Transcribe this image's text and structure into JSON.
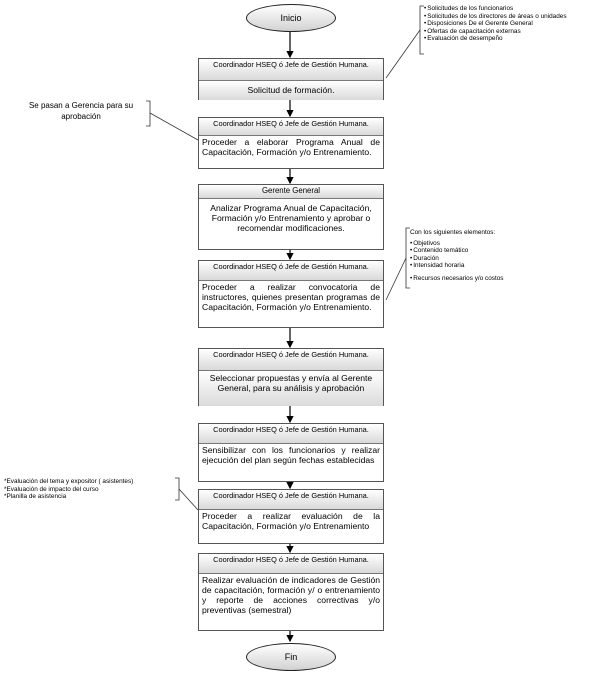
{
  "start_label": "Inicio",
  "end_label": "Fin",
  "steps": [
    {
      "role": "Coordinador HSEQ ó Jefe de Gestión Humana.",
      "task": "Solicitud de formación."
    },
    {
      "role": "Coordinador HSEQ ó Jefe de Gestión Humana.",
      "task": "Proceder a elaborar Programa Anual de Capacitación, Formación y/o Entrenamiento."
    },
    {
      "role": "Gerente General",
      "task": "Analizar Programa Anual de Capacitación, Formación y/o Entrenamiento y aprobar o recomendar modificaciones."
    },
    {
      "role": "Coordinador HSEQ ó Jefe de Gestión Humana.",
      "task": "Proceder a realizar convocatoria de instructores, quienes presentan programas de Capacitación, Formación y/o Entrenamiento."
    },
    {
      "role": "Coordinador HSEQ ó Jefe de Gestión Humana.",
      "task": "Seleccionar propuestas y envía al Gerente General, para su análisis y aprobación"
    },
    {
      "role": "Coordinador HSEQ ó Jefe de Gestión Humana.",
      "task": "Sensibilizar con los funcionarios y realizar ejecución del plan según fechas establecidas"
    },
    {
      "role": "Coordinador HSEQ ó Jefe de Gestión Humana.",
      "task": "Proceder a realizar evaluación de la Capacitación, Formación y/o Entrenamiento"
    },
    {
      "role": "Coordinador HSEQ ó Jefe de Gestión Humana.",
      "task": "Realizar evaluación de indicadores de Gestión de capacitación, formación y/ o entrenamiento y reporte de acciones correctivas y/o preventivas (semestral)"
    }
  ],
  "notes": {
    "sources": [
      "Solicitudes de los funcionarios",
      "Solicitudes de los directores de áreas o unidades",
      "Disposiciones De el Gerente General",
      "Ofertas de capacitación externas",
      "Evaluación de desempeño"
    ],
    "approval": "Se pasan a Gerencia para su aprobación",
    "elements_title": "Con los siguientes elementos:",
    "elements": [
      "Objetivos",
      "Contenido temático",
      "Duración",
      "Intensidad horaria"
    ],
    "elements_extra": "Recursos necesarios y/o costos",
    "evaluation": [
      "*Evaluación del tema y expositor ( asistentes)",
      "*Evaluación de impacto del curso",
      "*Planilla de asistencia"
    ]
  }
}
